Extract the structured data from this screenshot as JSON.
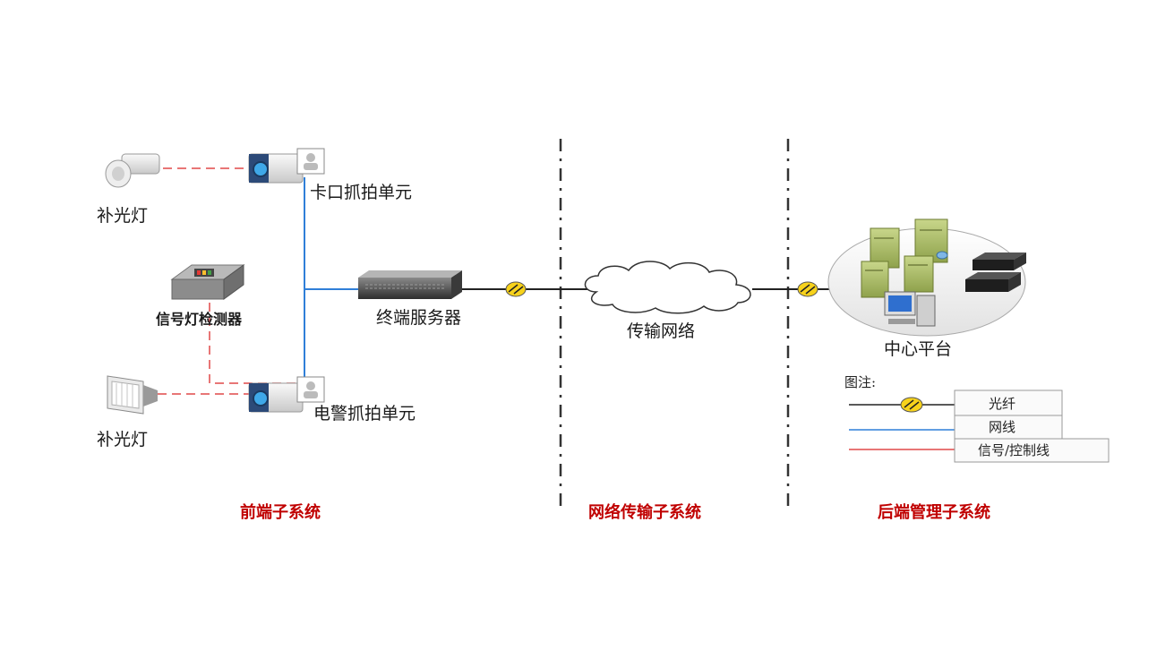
{
  "devices": {
    "fill_light_top": "补光灯",
    "fill_light_bottom": "补光灯",
    "checkpoint_capture": "卡口抓拍单元",
    "police_capture": "电警抓拍单元",
    "signal_detector": "信号灯检测器",
    "terminal_server": "终端服务器",
    "transport_network": "传输网络",
    "center_platform": "中心平台"
  },
  "sections": {
    "front": "前端子系统",
    "network": "网络传输子系统",
    "back": "后端管理子系统"
  },
  "legend": {
    "title": "图注:",
    "fiber": "光纤",
    "network_cable": "网线",
    "signal_control": "信号/控制线"
  },
  "colors": {
    "fiber": "#222222",
    "network_cable": "#2f7fd8",
    "signal_control": "#e04848",
    "section_title": "#c00000"
  }
}
